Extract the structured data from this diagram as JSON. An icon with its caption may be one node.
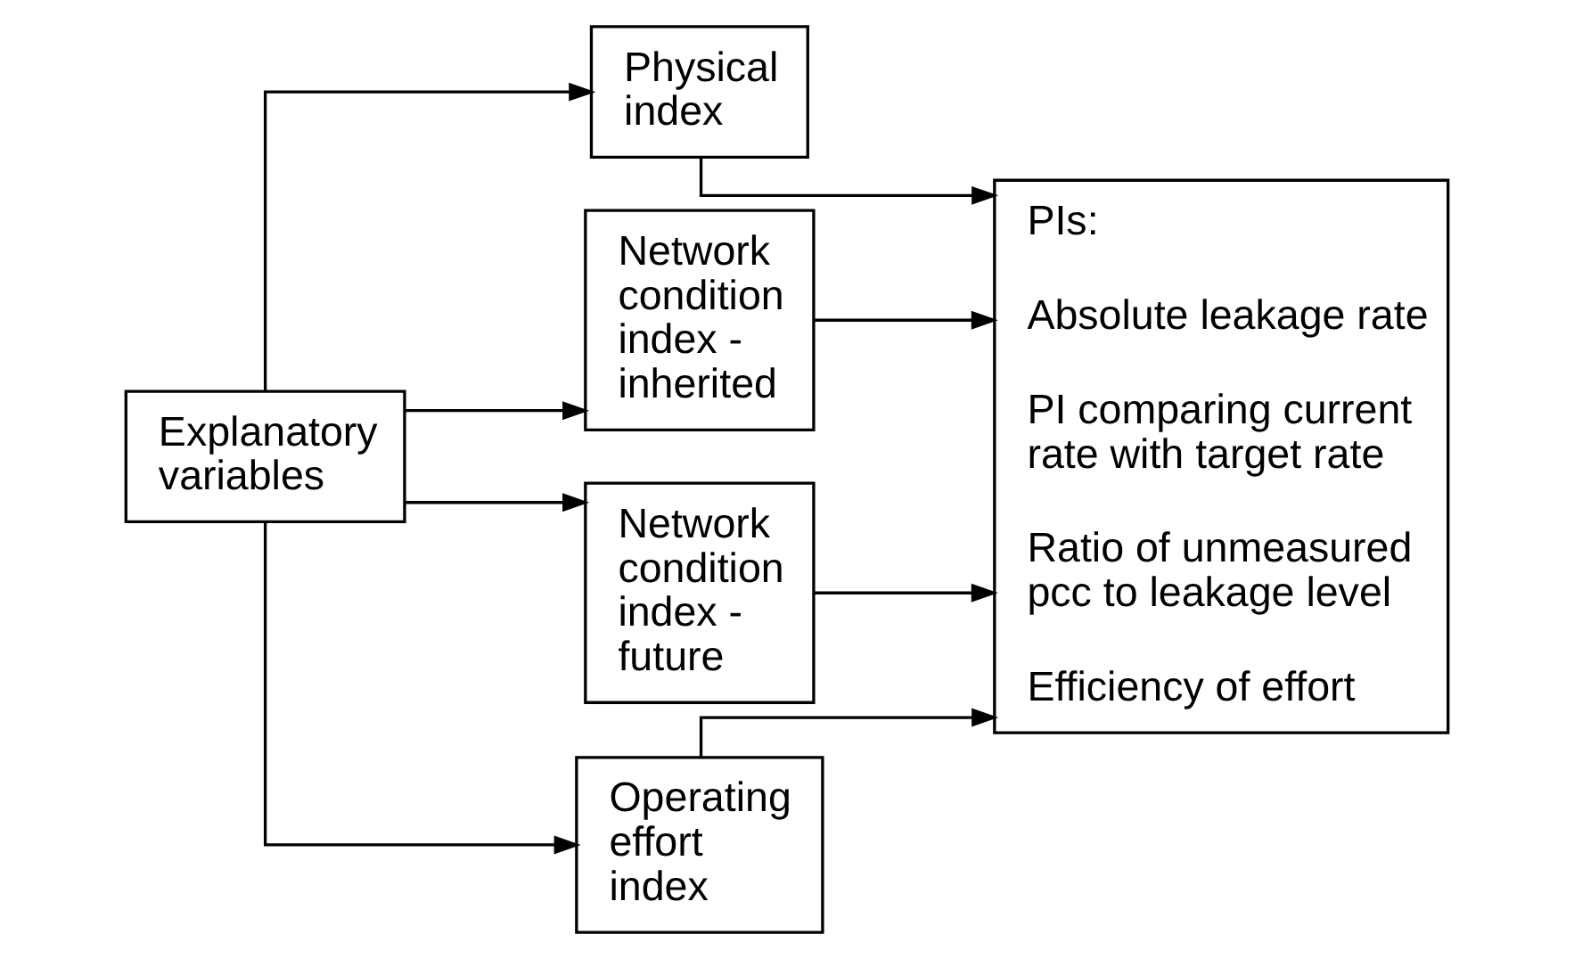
{
  "diagram": {
    "nodes": [
      {
        "text": [
          "Explanatory variables"
        ]
      },
      {
        "text": [
          "Physical index"
        ]
      },
      {
        "text": [
          "Network condition index - inherited"
        ]
      },
      {
        "text": [
          "Network condition index - future"
        ]
      },
      {
        "text": [
          "Operating effort index"
        ]
      },
      {
        "text": [
          "PIs:",
          "Absolute leakage rate",
          "PI comparing current rate with target rate",
          "Ratio of unmeasured pcc to leakage level",
          "Efficiency of effort"
        ]
      }
    ],
    "edges": [
      {
        "from": 0,
        "to": 1,
        "arrow": "to"
      },
      {
        "from": 0,
        "to": 2,
        "arrow": "to"
      },
      {
        "from": 0,
        "to": 3,
        "arrow": "to"
      },
      {
        "from": 0,
        "to": 4,
        "arrow": "to"
      },
      {
        "from": 1,
        "to": 5,
        "arrow": "to"
      },
      {
        "from": 2,
        "to": 5,
        "arrow": "to"
      },
      {
        "from": 3,
        "to": 5,
        "arrow": "to"
      },
      {
        "from": 4,
        "to": 5,
        "arrow": "to"
      }
    ]
  }
}
